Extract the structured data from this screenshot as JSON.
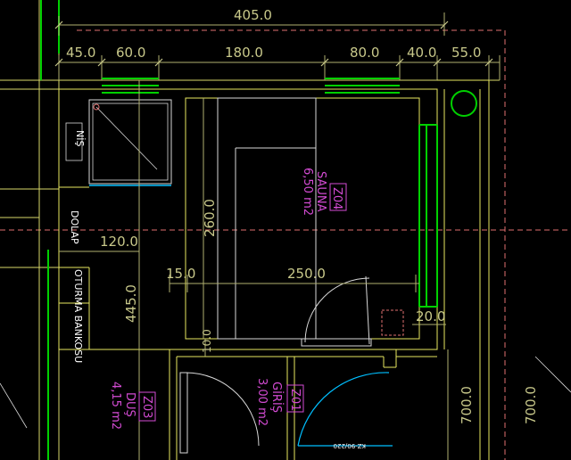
{
  "dimensions": {
    "total_top": "405.0",
    "d45": "45.0",
    "d60": "60.0",
    "d180": "180.0",
    "d80": "80.0",
    "d40": "40.0",
    "d55": "55.0",
    "d120": "120.0",
    "d15": "15.0",
    "d250": "250.0",
    "d20": "20.0",
    "d10": "10.0",
    "d260": "260.0",
    "d445": "445.0",
    "d700a": "700.0",
    "d700b": "700.0"
  },
  "labels": {
    "nis": "NİŞ",
    "dolap": "DOLAP",
    "oturma": "OTURMA BANKOSU",
    "door_tag": "KZ-90/220"
  },
  "rooms": {
    "sauna": {
      "code": "Z04",
      "name": "SAUNA",
      "area": "6,50 m2"
    },
    "dus": {
      "code": "Z03",
      "name": "DUŞ",
      "area": "4,15 m2"
    },
    "giris": {
      "code": "Z01",
      "name": "GİRİŞ",
      "area": "3,00 m2"
    }
  },
  "colors": {
    "background": "#000000",
    "wall": "#e8e860",
    "dimension_line": "#b0b070",
    "green": "#00d000",
    "magenta": "#d34bd3",
    "white_line": "#d8d8d8",
    "cyan_door": "#00bfff",
    "red_dash": "#e07070"
  }
}
